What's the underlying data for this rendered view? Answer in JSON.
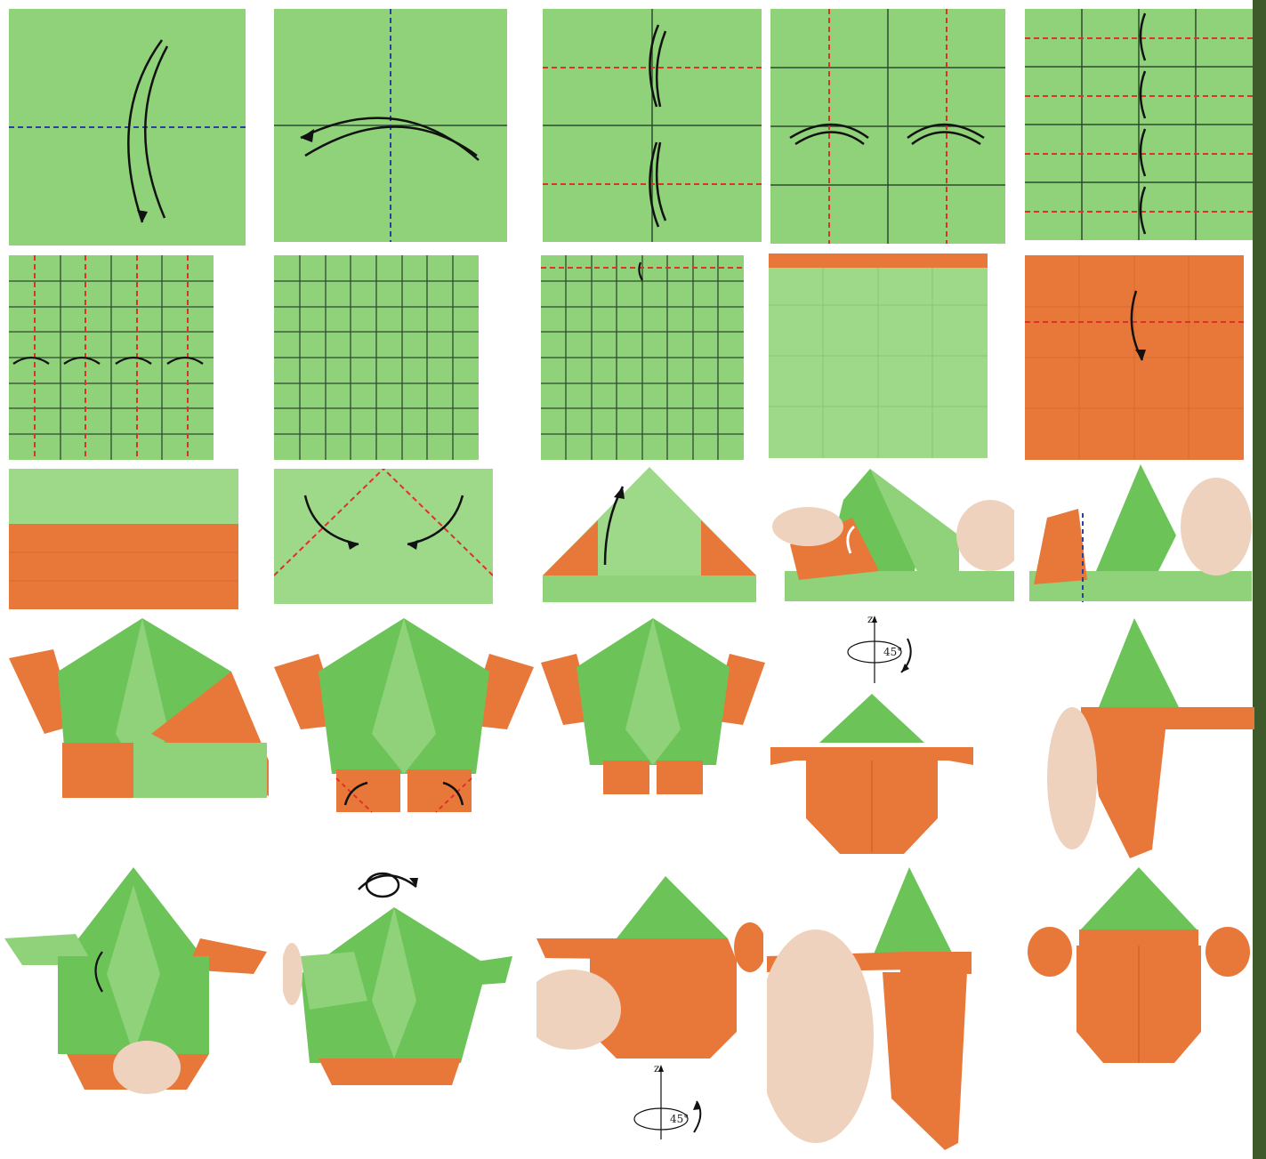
{
  "colors": {
    "paper_green": "#8fd27a",
    "paper_green_light": "#9ed98a",
    "paper_green_dark": "#5fbb4a",
    "paper_orange": "#e8783a",
    "paper_orange_dark": "#c85a22",
    "crease_line": "#2f4a2f",
    "valley_fold_blue": "#2a3fa0",
    "valley_fold_red": "#e0302a",
    "arrow": "#111111",
    "sidebar": "#3f5a2a",
    "skin": "#efd2bd"
  },
  "rotation_markers": [
    {
      "axis_label": "z",
      "angle_label": "45°"
    },
    {
      "axis_label": "z",
      "angle_label": "45°"
    }
  ],
  "icons": [
    "fold-arrow-icon",
    "turn-over-icon",
    "rotate-axis-icon"
  ]
}
